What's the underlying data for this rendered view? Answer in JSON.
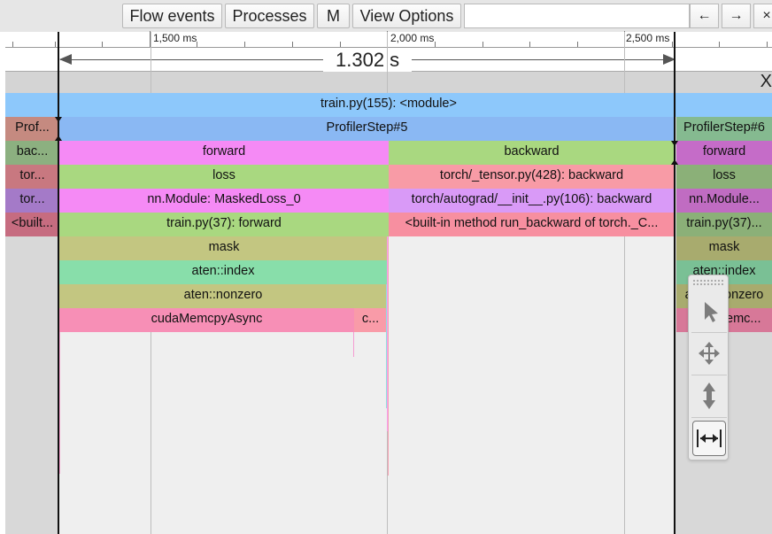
{
  "toolbar": {
    "flow_events": "Flow events",
    "processes": "Processes",
    "m": "M",
    "view_options": "View Options",
    "search_value": "",
    "prev": "←",
    "next": "→",
    "close": "×"
  },
  "ruler": {
    "ticks": [
      "1,500 ms",
      "2,000 ms",
      "2,500 ms"
    ]
  },
  "selection": {
    "duration": "1.302 s"
  },
  "panel": {
    "close": "X"
  },
  "rows": {
    "r0": {
      "main": "train.py(155): <module>"
    },
    "r1": {
      "left": "Prof...",
      "main": "ProfilerStep#5",
      "right": "ProfilerStep#6"
    },
    "r2": {
      "left": "bac...",
      "a": "forward",
      "b": "backward",
      "right": "forward"
    },
    "r3": {
      "left": "tor...",
      "a": "loss",
      "b": "torch/_tensor.py(428): backward",
      "right": "loss"
    },
    "r4": {
      "left": "tor...",
      "a": "nn.Module: MaskedLoss_0",
      "b": "torch/autograd/__init__.py(106): backward",
      "right": "nn.Module..."
    },
    "r5": {
      "left": "<built...",
      "a": "train.py(37): forward",
      "b": "<built-in method run_backward of torch._C...",
      "right": "train.py(37)..."
    },
    "r6": {
      "a": "mask",
      "right": "mask"
    },
    "r7": {
      "a": "aten::index",
      "right": "aten::index"
    },
    "r8": {
      "a": "aten::nonzero",
      "right": "aten::nonzero"
    },
    "r9": {
      "a": "cudaMemcpyAsync",
      "c": "c...",
      "right": "cudaMemc..."
    }
  },
  "colors": {
    "blue": "#8dc8fb",
    "light_blue": "#8ab8f3",
    "magenta": "#f58af5",
    "green": "#a9d880",
    "pink": "#f78fa0",
    "violet": "#d99af7",
    "olive": "#c3c681",
    "mint": "#88deaa"
  },
  "tools": [
    "select-icon",
    "pan-icon",
    "zoom-icon",
    "timing-icon"
  ]
}
